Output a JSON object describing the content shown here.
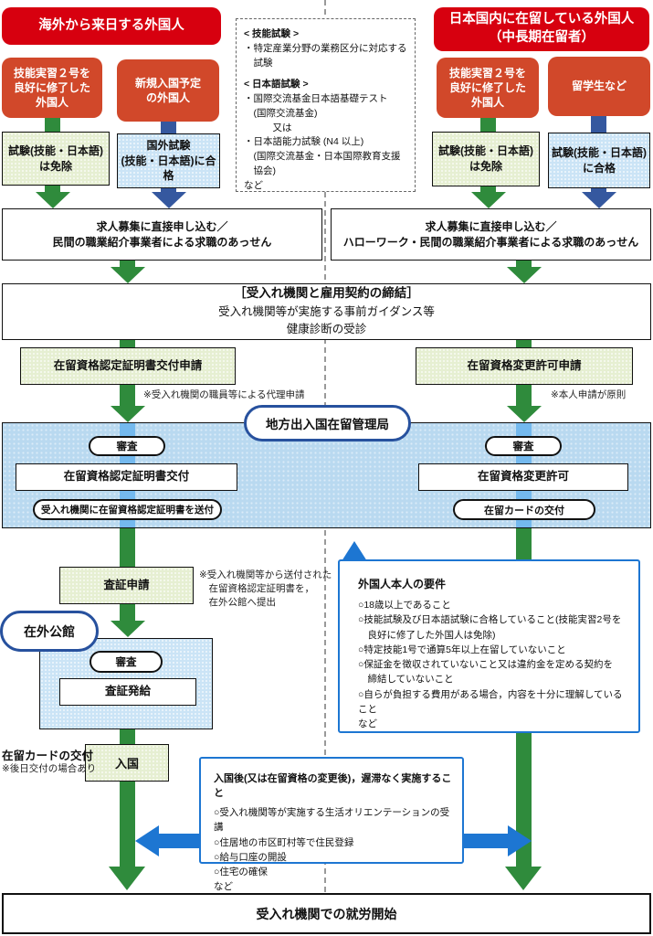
{
  "colors": {
    "header_red": "#d7000f",
    "origin_orange": "#d1482a",
    "pale_green": "#e6efd2",
    "pale_blue": "#cbe4f6",
    "region_blue": "#b9d9f0",
    "channel_blue": "#74b9ee",
    "arrow_green": "#2f8b3c",
    "arrow_navy": "#35589f",
    "bright_blue": "#1d76d2",
    "oval_border": "#27519e"
  },
  "left": {
    "header": "海外から来日する外国人",
    "origin_titp": "技能実習２号を\n良好に修了した\n外国人",
    "origin_new": "新規入国予定\nの外国人",
    "exam_exempt": "試験(技能・日本語)\nは免除",
    "exam_pass": "国外試験\n(技能・日本語)に合格",
    "jobs": "求人募集に直接申し込む／\n民間の職業紹介事業者による求職のあっせん",
    "coe_apply": "在留資格認定証明書交付申請",
    "coe_note": "※受入れ機関の職員等による代理申請",
    "review": "審査",
    "coe_issue": "在留資格認定証明書交付",
    "coe_send": "受入れ機関に在留資格認定証明書を送付",
    "visa_apply": "査証申請",
    "visa_note": "※受入れ機関等から送付された\n　在留資格認定証明書を，\n　在外公館へ提出",
    "embassy": "在外公館",
    "embassy_review": "審査",
    "visa_issue": "査証発給",
    "entry": "入国",
    "card_label": "在留カードの交付",
    "card_note": "※後日交付の場合あり"
  },
  "right": {
    "header": "日本国内に在留している外国人\n（中長期在留者）",
    "origin_titp": "技能実習２号を\n良好に修了した\n外国人",
    "origin_student": "留学生など",
    "exam_exempt": "試験(技能・日本語)\nは免除",
    "exam_pass": "試験(技能・日本語)\nに合格",
    "jobs": "求人募集に直接申し込む／\nハローワーク・民間の職業紹介事業者による求職のあっせん",
    "change_apply": "在留資格変更許可申請",
    "change_note": "※本人申請が原則",
    "review": "審査",
    "change_permit": "在留資格変更許可",
    "card_issue": "在留カードの交付"
  },
  "exam_notes": {
    "skill_title": "< 技能試験 >",
    "skill_body": "・特定産業分野の業務区分に対応する\n　試験",
    "lang_title": "< 日本語試験 >",
    "lang_body": "・国際交流基金日本語基礎テスト\n　(国際交流基金)\n　　　又は\n・日本語能力試験 (N4 以上)\n　(国際交流基金・日本国際教育支援\n　協会)\nなど"
  },
  "contract": {
    "title": "［受入れ機関と雇用契約の締結］",
    "line1": "受入れ機関等が実施する事前ガイダンス等",
    "line2": "健康診断の受診"
  },
  "immigration_office": "地方出入国在留管理局",
  "requirements": {
    "title": "外国人本人の要件",
    "body": "○18歳以上であること\n○技能試験及び日本語試験に合格していること(技能実習2号を\n　良好に修了した外国人は免除)\n○特定技能1号で通算5年以上在留していないこと\n○保証金を徴収されていないこと又は違約金を定める契約を\n　締結していないこと\n○自らが負担する費用がある場合，内容を十分に理解していること\nなど"
  },
  "after_entry": {
    "title": "入国後(又は在留資格の変更後)，遅滞なく実施すること",
    "body": "○受入れ機関等が実施する生活オリエンテーションの受講\n○住居地の市区町村等で住民登録\n○給与口座の開設\n○住宅の確保\nなど"
  },
  "goal": "受入れ機関での就労開始"
}
